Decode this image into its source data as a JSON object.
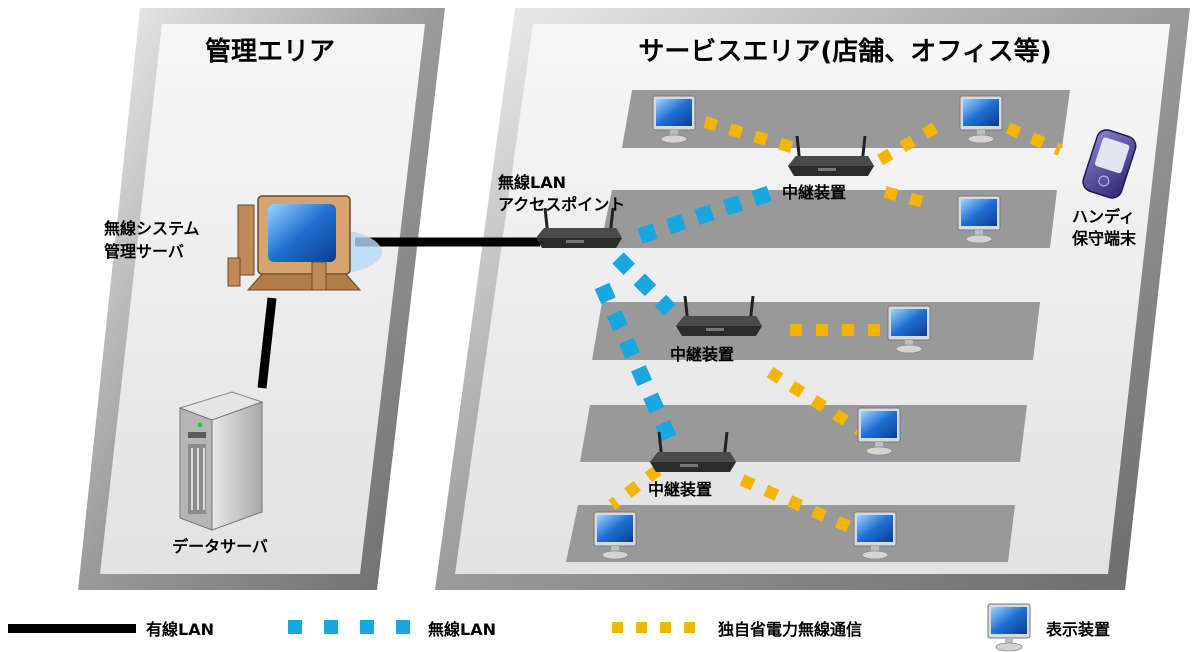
{
  "areas": {
    "management": {
      "title": "管理エリア"
    },
    "service": {
      "title": "サービスエリア(店舗、オフィス等)"
    }
  },
  "nodes": {
    "mgmt_server": {
      "label_line1": "無線システム",
      "label_line2": "管理サーバ"
    },
    "data_server": {
      "label": "データサーバ"
    },
    "access_point": {
      "label_line1": "無線LAN",
      "label_line2": "アクセスポイント"
    },
    "repeater_label": "中継装置",
    "handy": {
      "label_line1": "ハンディ",
      "label_line2": "保守端末"
    }
  },
  "legend": {
    "wired": "有線LAN",
    "wireless": "無線LAN",
    "proprietary": "独自省電力無線通信",
    "display": "表示装置"
  },
  "colors": {
    "wired": "#000000",
    "wireless": "#1aa7e0",
    "proprietary": "#f5b400",
    "shelf": "#999999",
    "panel": "#ededed"
  }
}
